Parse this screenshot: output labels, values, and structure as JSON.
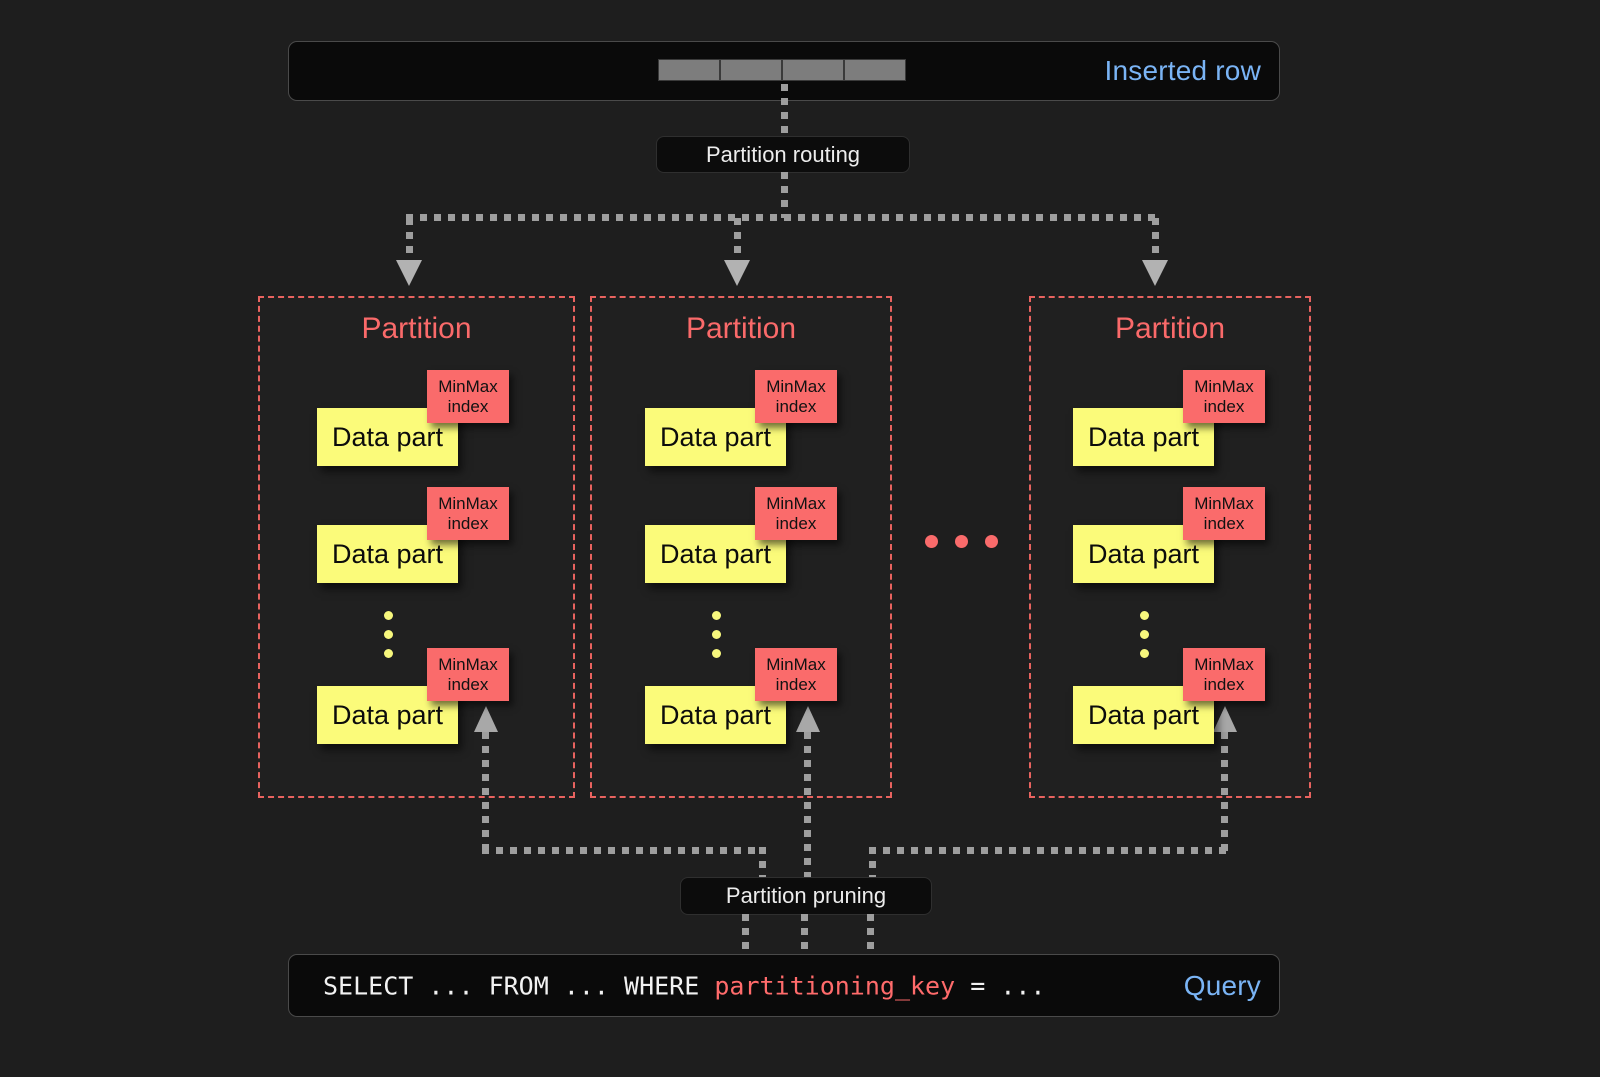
{
  "diagram": {
    "title": "ClickHouse partitioning: insert routing and partition pruning",
    "background": "#1e1e1e"
  },
  "colors": {
    "accent_blue": "#7ab4f5",
    "partition_red": "#fa6a6a",
    "minmax_red": "#fa6b6b",
    "datapart_yellow": "#fbfb7a",
    "connector_gray": "#9e9e9e",
    "box_dark": "#0a0a0a"
  },
  "inserted_row": {
    "label": "Inserted row",
    "cells": [
      "",
      "",
      "",
      ""
    ]
  },
  "routing": {
    "label": "Partition routing"
  },
  "pruning": {
    "label": "Partition pruning"
  },
  "query": {
    "label": "Query",
    "prefix": "SELECT ... FROM ... WHERE ",
    "key": "partitioning_key",
    "suffix": " = ..."
  },
  "partition_label": "Partition",
  "part_labels": {
    "data_part": "Data part",
    "minmax_line1": "MinMax",
    "minmax_line2": "index"
  },
  "partitions": [
    {
      "label": "Partition",
      "parts": [
        {
          "data_part": "Data part",
          "minmax_line1": "MinMax",
          "minmax_line2": "index"
        },
        {
          "data_part": "Data part",
          "minmax_line1": "MinMax",
          "minmax_line2": "index"
        },
        {
          "data_part": "Data part",
          "minmax_line1": "MinMax",
          "minmax_line2": "index"
        }
      ]
    },
    {
      "label": "Partition",
      "parts": [
        {
          "data_part": "Data part",
          "minmax_line1": "MinMax",
          "minmax_line2": "index"
        },
        {
          "data_part": "Data part",
          "minmax_line1": "MinMax",
          "minmax_line2": "index"
        },
        {
          "data_part": "Data part",
          "minmax_line1": "MinMax",
          "minmax_line2": "index"
        }
      ]
    },
    {
      "label": "Partition",
      "parts": [
        {
          "data_part": "Data part",
          "minmax_line1": "MinMax",
          "minmax_line2": "index"
        },
        {
          "data_part": "Data part",
          "minmax_line1": "MinMax",
          "minmax_line2": "index"
        },
        {
          "data_part": "Data part",
          "minmax_line1": "MinMax",
          "minmax_line2": "index"
        }
      ]
    }
  ],
  "ellipsis": {
    "between_partitions": "...",
    "within_partition": "..."
  }
}
